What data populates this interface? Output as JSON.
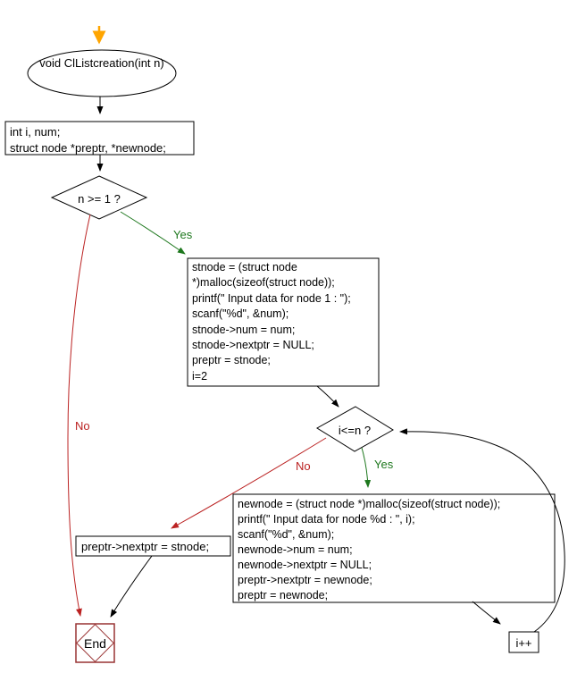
{
  "flowchart": {
    "start": {
      "label": "void ClListcreation(int n)"
    },
    "declare": {
      "lines": [
        "int i, num;",
        "struct node *preptr, *newnode;"
      ]
    },
    "decision_n": {
      "label": "n >= 1 ?"
    },
    "init_block": {
      "lines": [
        "stnode = (struct node",
        "*)malloc(sizeof(struct node));",
        "printf(\" Input data for node 1 : \");",
        "scanf(\"%d\", &num);",
        "stnode->num = num;",
        "stnode->nextptr = NULL;",
        "preptr = stnode;",
        "i=2"
      ]
    },
    "decision_i": {
      "label": "i<=n ?"
    },
    "loop_block": {
      "lines": [
        "newnode = (struct node *)malloc(sizeof(struct node));",
        "printf(\" Input data for node %d : \", i);",
        "scanf(\"%d\", &num);",
        "newnode->num = num;",
        "newnode->nextptr = NULL;",
        "preptr->nextptr = newnode;",
        "preptr = newnode;"
      ]
    },
    "link_block": {
      "label": "preptr->nextptr = stnode;"
    },
    "increment": {
      "label": "i++"
    },
    "end": {
      "label": "End"
    },
    "edge_labels": {
      "yes1": "Yes",
      "no1": "No",
      "yes2": "Yes",
      "no2": "No"
    },
    "colors": {
      "flow": "#000000",
      "yes": "#1e781e",
      "no": "#bb2222",
      "terminator_border": "#993333",
      "entry_arrow": "#ffa500"
    }
  }
}
